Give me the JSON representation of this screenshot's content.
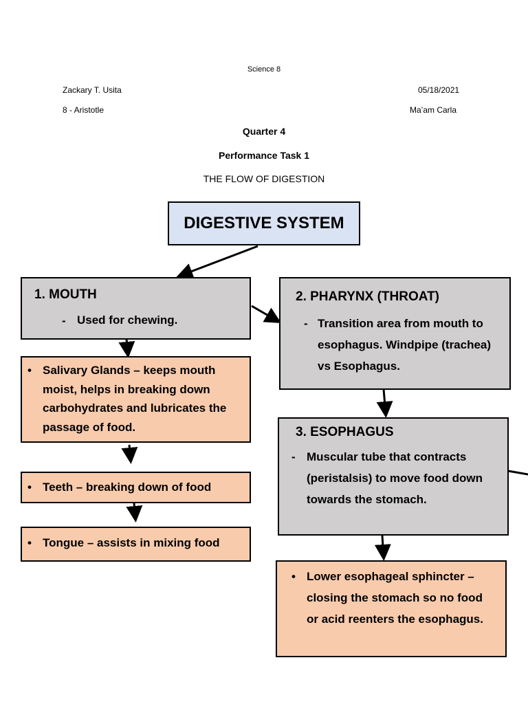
{
  "header": {
    "subject": "Science 8",
    "student": "Zackary T. Usita",
    "date": "05/18/2021",
    "section": "8 - Aristotle",
    "teacher": "Ma’am Carla",
    "quarter": "Quarter 4",
    "task": "Performance Task 1",
    "topic": "THE FLOW OF DIGESTION"
  },
  "diagram": {
    "title": "DIGESTIVE SYSTEM",
    "mouth": {
      "title": "1. MOUTH",
      "desc": "Used for chewing."
    },
    "pharynx": {
      "title": "2. PHARYNX (THROAT)",
      "desc": "Transition area from mouth to esophagus. Windpipe (trachea) vs Esophagus."
    },
    "esophagus": {
      "title": "3. ESOPHAGUS",
      "desc": "Muscular tube that contracts (peristalsis) to move food down towards the stomach."
    },
    "salivary": "Salivary Glands – keeps mouth moist, helps in breaking down carbohydrates and lubricates the passage of food.",
    "teeth": "Teeth – breaking down of food",
    "tongue": "Tongue – assists in mixing food",
    "sphincter": "Lower esophageal sphincter – closing the stomach so no food or acid reenters the esophagus.",
    "dash": "-",
    "bullet": "•"
  },
  "colors": {
    "organ_box": "#d0cece",
    "detail_box": "#f8cbad",
    "title_box": "#dae3f3"
  }
}
